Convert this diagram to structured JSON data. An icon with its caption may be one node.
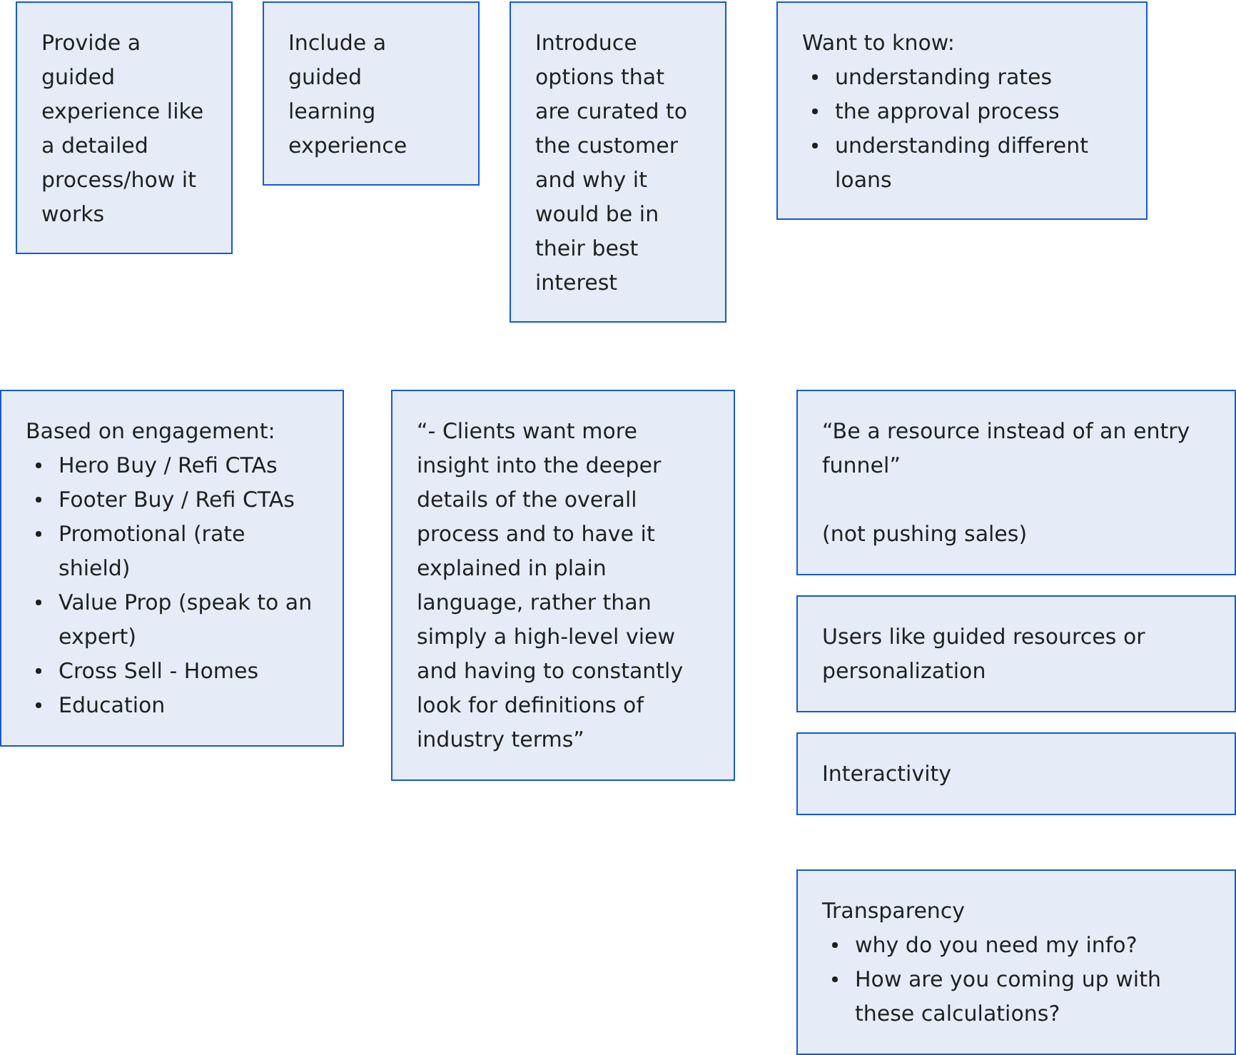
{
  "diagram": {
    "nodes": [
      {
        "text": [
          "Provide a guided experience like a detailed process/how it works"
        ]
      },
      {
        "text": [
          "Include a guided learning experience"
        ]
      },
      {
        "text": [
          "Introduce options that are curated to the customer and why it would be in their best interest"
        ]
      },
      {
        "text": [
          "Want to know:",
          "understanding rates",
          "the approval process",
          "understanding different loans"
        ]
      },
      {
        "text": [
          "Based on engagement:",
          "Hero Buy / Refi CTAs",
          "Footer Buy / Refi CTAs",
          "Promotional (rate shield)",
          "Value Prop (speak to an expert)",
          "Cross Sell - Homes",
          "Education"
        ]
      },
      {
        "text": [
          "“- Clients want more insight into the deeper details of the overall process and to have it explained in plain language, rather than simply a high-level view and having to constantly look for definitions of industry terms”"
        ]
      },
      {
        "text": [
          "“Be a resource instead of an entry funnel”",
          "(not pushing sales)"
        ]
      },
      {
        "text": [
          "Users like guided resources or personalization"
        ]
      },
      {
        "text": [
          "Interactivity"
        ]
      },
      {
        "text": [
          "Transparency",
          "why do you need my info?",
          "How are you coming up with these calculations?"
        ]
      }
    ]
  }
}
